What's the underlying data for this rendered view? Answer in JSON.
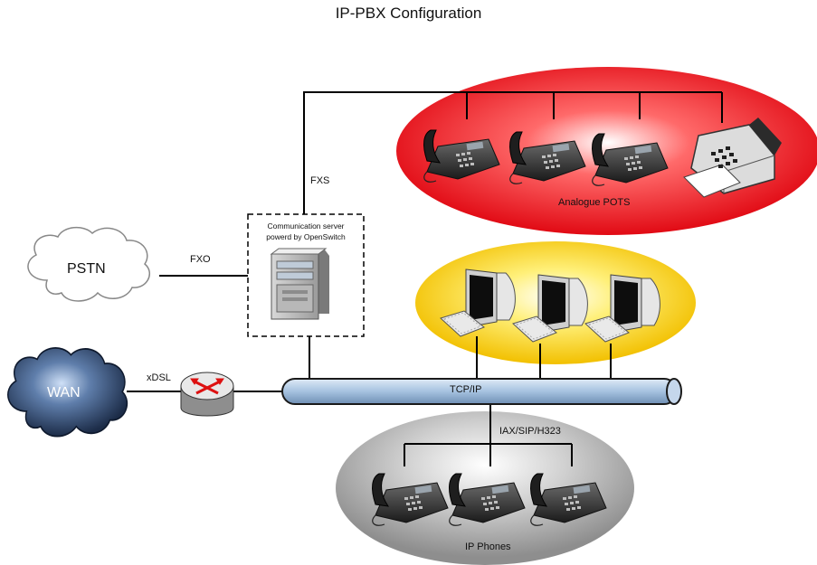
{
  "title": "IP-PBX Configuration",
  "nodes": {
    "pstn": "PSTN",
    "wan": "WAN",
    "server_line1": "Communication server",
    "server_line2": "powerd by OpenSwitch",
    "analogue_group": "Analogue POTS",
    "ip_phones_group": "IP Phones",
    "backbone": "TCP/IP"
  },
  "links": {
    "fxo": "FXO",
    "fxs": "FXS",
    "xdsl": "xDSL",
    "protocols": "IAX/SIP/H323"
  },
  "colors": {
    "analogue_zone": "#e8141c",
    "pc_zone": "#f3c700",
    "ip_zone": "#9a9a9a",
    "backbone": "#a9c6e4",
    "wan_cloud": "#2a3f63"
  },
  "icons": [
    "analog-phone-icon",
    "fax-machine-icon",
    "desktop-computer-icon",
    "ip-phone-icon",
    "server-icon",
    "router-icon",
    "cloud-icon"
  ]
}
